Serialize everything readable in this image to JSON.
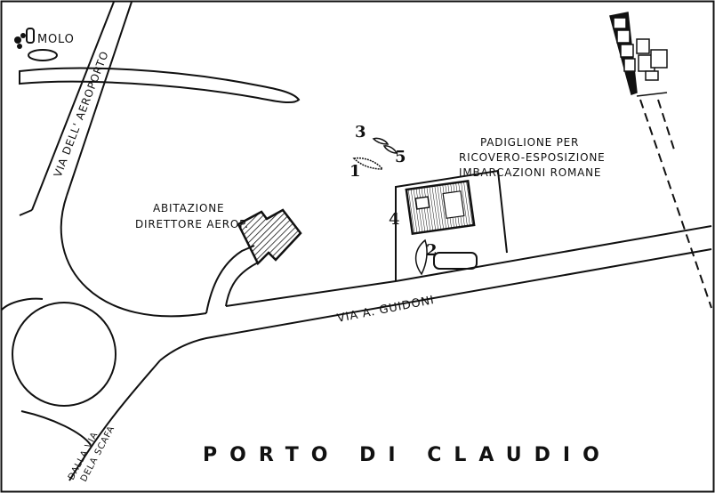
{
  "map": {
    "title": "PORTO DI CLAUDIO",
    "labels": {
      "molo": "MOLO",
      "via_aeroporto": "VIA DELL' AEROPORTO",
      "abitazione_line1": "ABITAZIONE",
      "abitazione_line2": "DIRETTORE AEROP.",
      "padiglione_line1": "PADIGLIONE PER",
      "padiglione_line2": "RICOVERO-ESPOSIZIONE",
      "padiglione_line3": "IMBARCAZIONI ROMANE",
      "via_guidoni": "VIA A. GUIDONI",
      "via_scafa_line1": "DALLA VIA",
      "via_scafa_line2": "DELA SCAFA"
    },
    "markers": [
      "1",
      "2",
      "3",
      "4",
      "5"
    ]
  }
}
